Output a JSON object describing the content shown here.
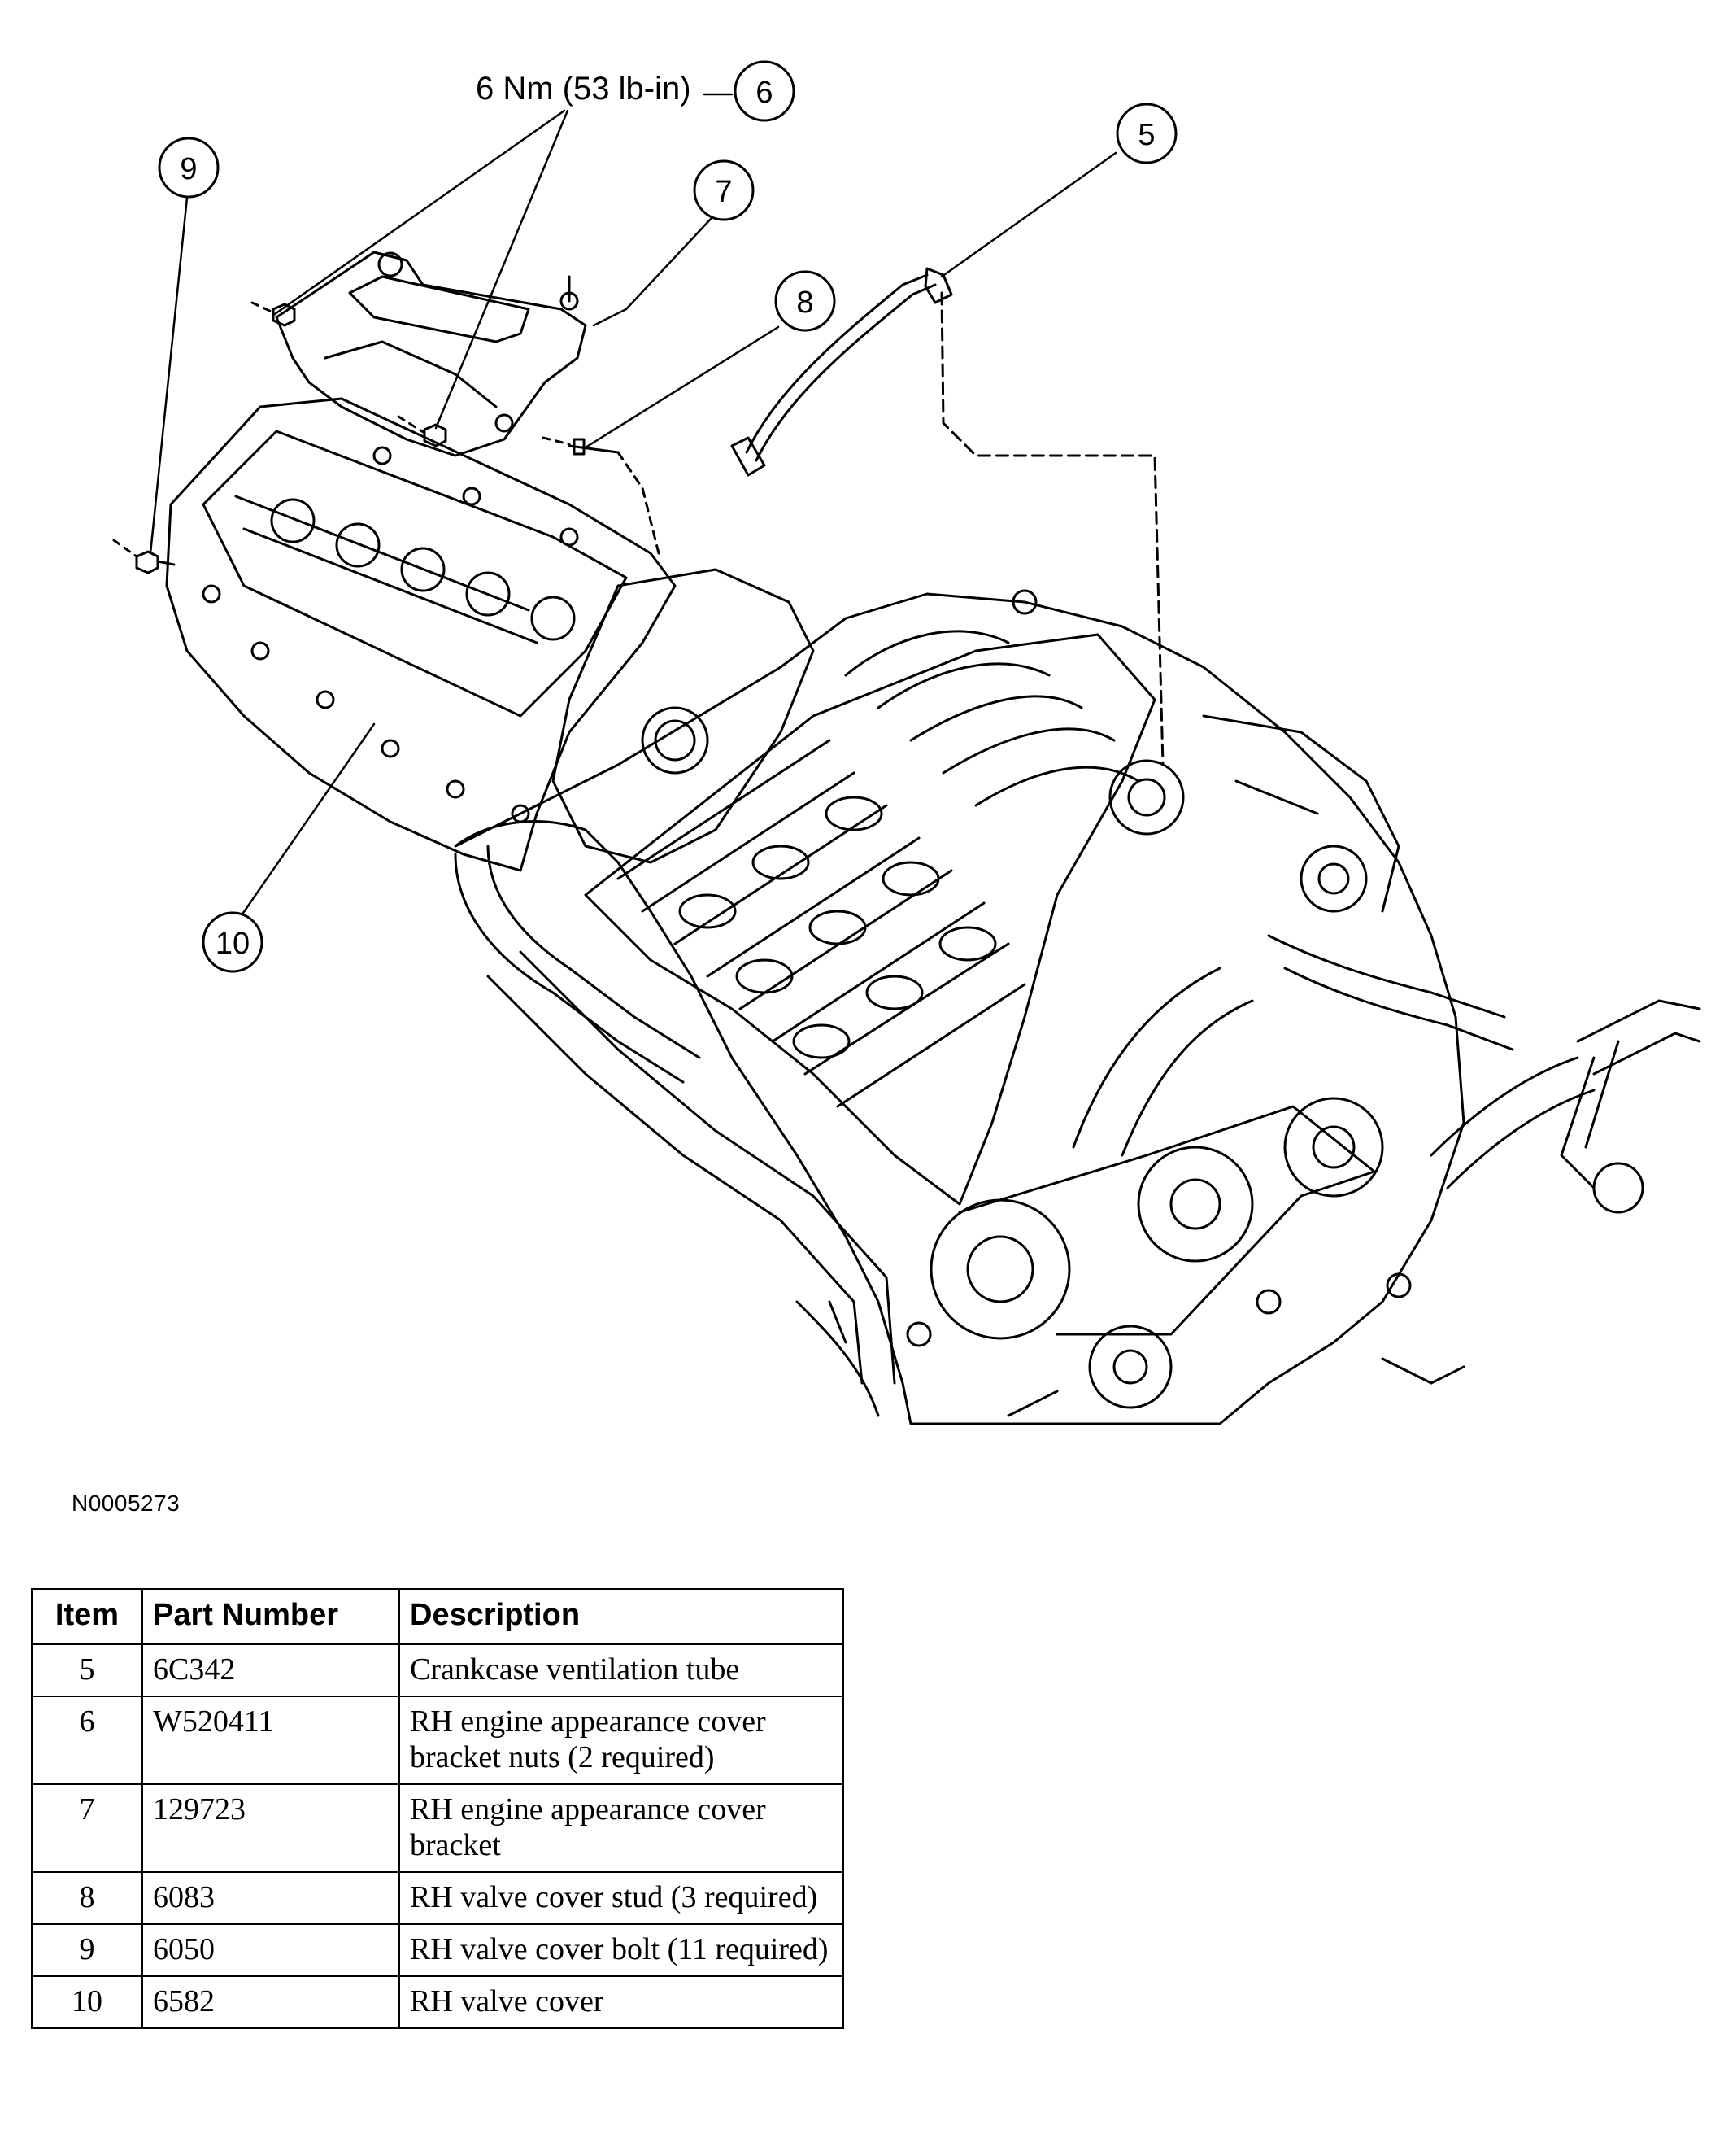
{
  "figure": {
    "id": "N0005273",
    "torque_spec": "6 Nm (53 lb-in)",
    "callouts": [
      "5",
      "6",
      "7",
      "8",
      "9",
      "10"
    ]
  },
  "table": {
    "headers": [
      "Item",
      "Part Number",
      "Description"
    ],
    "rows": [
      {
        "item": "5",
        "part_number": "6C342",
        "description": "Crankcase ventilation tube"
      },
      {
        "item": "6",
        "part_number": "W520411",
        "description": "RH engine appearance cover bracket nuts (2 required)"
      },
      {
        "item": "7",
        "part_number": "129723",
        "description": "RH engine appearance cover bracket"
      },
      {
        "item": "8",
        "part_number": "6083",
        "description": "RH valve cover stud (3 required)"
      },
      {
        "item": "9",
        "part_number": "6050",
        "description": "RH valve cover bolt (11 required)"
      },
      {
        "item": "10",
        "part_number": "6582",
        "description": "RH valve cover"
      }
    ]
  }
}
